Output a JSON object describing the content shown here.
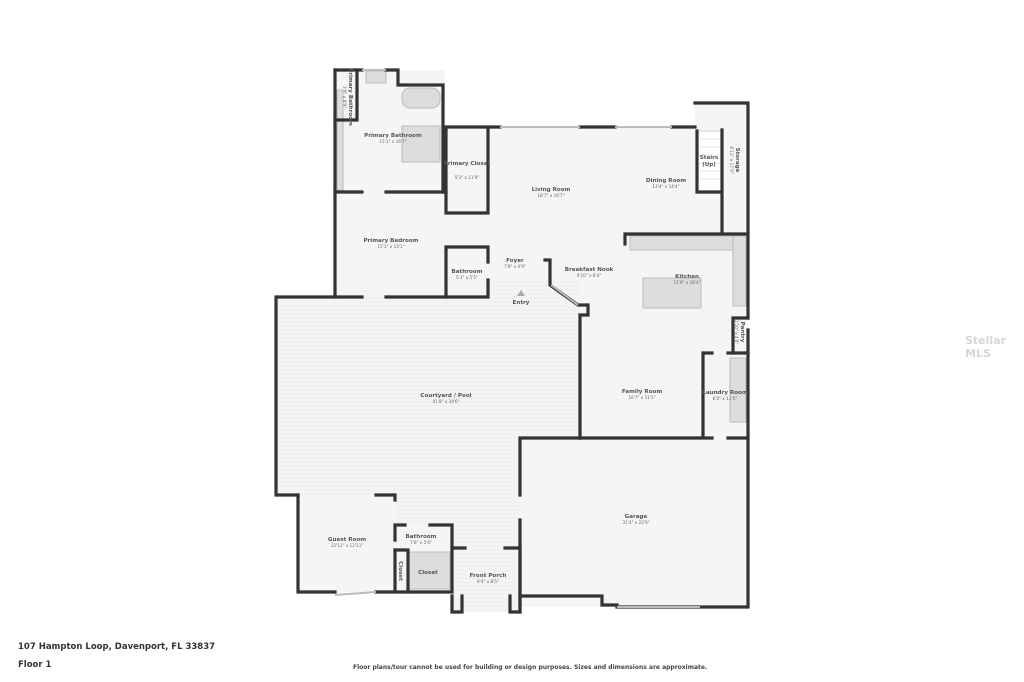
{
  "address": "107 Hampton Loop, Davenport, FL 33837",
  "floor": "Floor 1",
  "disclaimer": "Floor plans/tour cannot be used for building or design purposes. Sizes and dimensions are approximate.",
  "watermark": "Stellar MLS",
  "rooms": {
    "primary_bathroom_small": {
      "name": "Primary Bathroom",
      "dim": "3'9\" x 8'9\""
    },
    "primary_bathroom": {
      "name": "Primary Bathroom",
      "dim": "15'1\" x 16'7\""
    },
    "primary_closet": {
      "name": "Primary Closet",
      "dim": "5'3\" x 11'9\""
    },
    "primary_bedroom": {
      "name": "Primary Bedroom",
      "dim": "15'1\" x 14'1\""
    },
    "bathroom1": {
      "name": "Bathroom",
      "dim": "5'3\" x 5'5\""
    },
    "living_room": {
      "name": "Living Room",
      "dim": "18'7\" x 16'7\""
    },
    "dining_room": {
      "name": "Dining Room",
      "dim": "13'4\" x 14'4\""
    },
    "stairs": {
      "name": "Stairs",
      "sub": "(Up)"
    },
    "storage": {
      "name": "Storage",
      "dim": "6'11\" x 17'3\""
    },
    "foyer": {
      "name": "Foyer",
      "dim": "7'8\" x 4'9\""
    },
    "entry": {
      "name": "Entry"
    },
    "breakfast_nook": {
      "name": "Breakfast Nook",
      "dim": "9'10\" x 8'4\""
    },
    "kitchen": {
      "name": "Kitchen",
      "dim": "15'9\" x 16'4\""
    },
    "pantry": {
      "name": "Pantry",
      "dim": "1'10\" x 4'8\""
    },
    "family_room": {
      "name": "Family Room",
      "dim": "16'7\" x 11'5\""
    },
    "laundry_room": {
      "name": "Laundry Room",
      "dim": "6'0\" x 11'5\""
    },
    "courtyard": {
      "name": "Courtyard / Pool",
      "dim": "41'8\" x 34'6\""
    },
    "guest_room": {
      "name": "Guest Room",
      "dim": "12'11\" x 12'11\""
    },
    "bathroom2": {
      "name": "Bathroom",
      "dim": "7'6\" x 5'6\""
    },
    "closet1": {
      "name": "Closet"
    },
    "closet2": {
      "name": "Closet"
    },
    "front_porch": {
      "name": "Front Porch",
      "dim": "9'4\" x 8'5\""
    },
    "garage": {
      "name": "Garage",
      "dim": "31'4\" x 22'9\""
    }
  }
}
